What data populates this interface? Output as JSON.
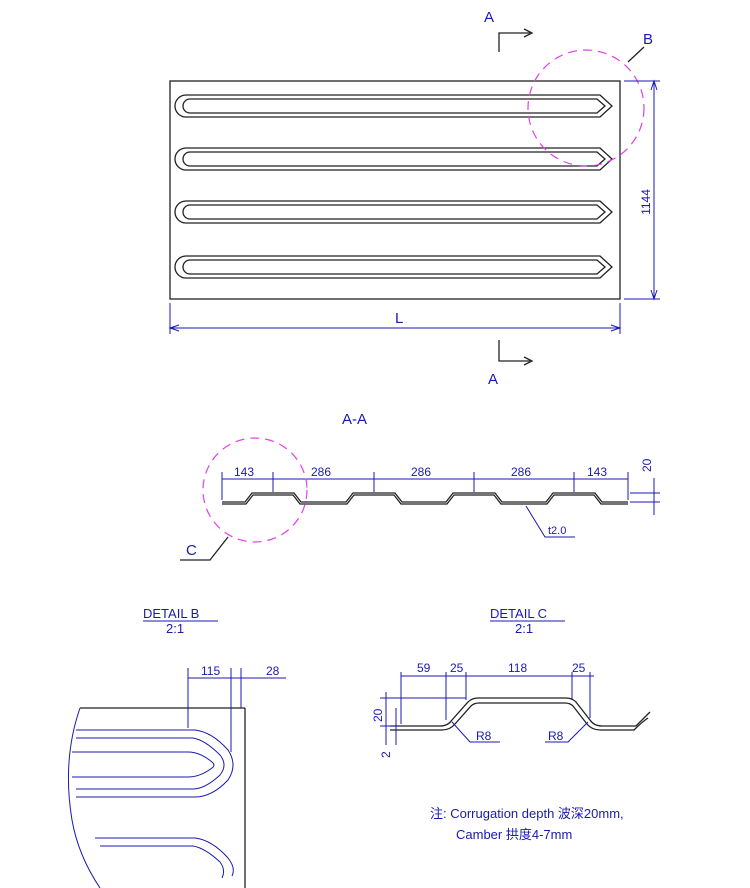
{
  "top_view": {
    "section_label_top": "A",
    "section_label_bottom": "A",
    "detail_marker": "B",
    "dim_height": "1144",
    "dim_length": "L"
  },
  "section_view": {
    "title": "A-A",
    "dims": [
      "143",
      "286",
      "286",
      "286",
      "143"
    ],
    "dim_depth": "20",
    "thickness": "t2.0",
    "detail_marker": "C"
  },
  "detail_b": {
    "title": "DETAIL  B",
    "scale": "2:1",
    "dim_a": "115",
    "dim_b": "28"
  },
  "detail_c": {
    "title": "DETAIL  C",
    "scale": "2:1",
    "dims": [
      "59",
      "25",
      "118",
      "25"
    ],
    "dim_depth": "20",
    "dim_thickness": "2",
    "radius_left": "R8",
    "radius_right": "R8"
  },
  "note": {
    "line1": "注: Corrugation depth 波深20mm,",
    "line2": "Camber 拱度4-7mm"
  }
}
